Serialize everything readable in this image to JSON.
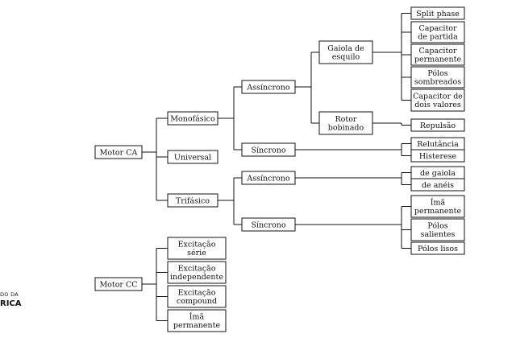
{
  "nodes": {
    "motor_ca": [
      "Motor CA"
    ],
    "monofasico": [
      "Monofásico"
    ],
    "universal": [
      "Universal"
    ],
    "trifasico": [
      "Trifásico"
    ],
    "assincrono_mono": [
      "Assíncrono"
    ],
    "sincrono_mono": [
      "Síncrono"
    ],
    "gaiola_esquilo": [
      "Gaiola de",
      "esquilo"
    ],
    "rotor_bobinado": [
      "Rotor",
      "bobinado"
    ],
    "split_phase": [
      "Split phase"
    ],
    "capacitor_partida": [
      "Capacitor",
      "de partida"
    ],
    "capacitor_permanente": [
      "Capacitor",
      "permanente"
    ],
    "polos_sombreados": [
      "Pólos",
      "sombreados"
    ],
    "capacitor_dois_valores": [
      "Capacitor de",
      "dois valores"
    ],
    "repulsao": [
      "Repulsão"
    ],
    "relutancia": [
      "Relutância"
    ],
    "histerese": [
      "Histerese"
    ],
    "assincrono_tri": [
      "Assíncrono"
    ],
    "sincrono_tri": [
      "Síncrono"
    ],
    "de_gaiola": [
      "de gaiola"
    ],
    "de_aneis": [
      "de anéis"
    ],
    "ima_permanente_tri": [
      "Ímã",
      "permanente"
    ],
    "polos_salientes": [
      "Pólos",
      "salientes"
    ],
    "polos_lisos": [
      "Pólos lisos"
    ],
    "motor_cc": [
      "Motor CC"
    ],
    "excitacao_serie": [
      "Excitação",
      "série"
    ],
    "excitacao_independente": [
      "Excitação",
      "independente"
    ],
    "excitacao_compound": [
      "Excitação",
      "compound"
    ],
    "ima_permanente_cc": [
      "Ímã",
      "permanente"
    ]
  },
  "logo": {
    "line1": "DO DA",
    "line2": "RICA"
  }
}
